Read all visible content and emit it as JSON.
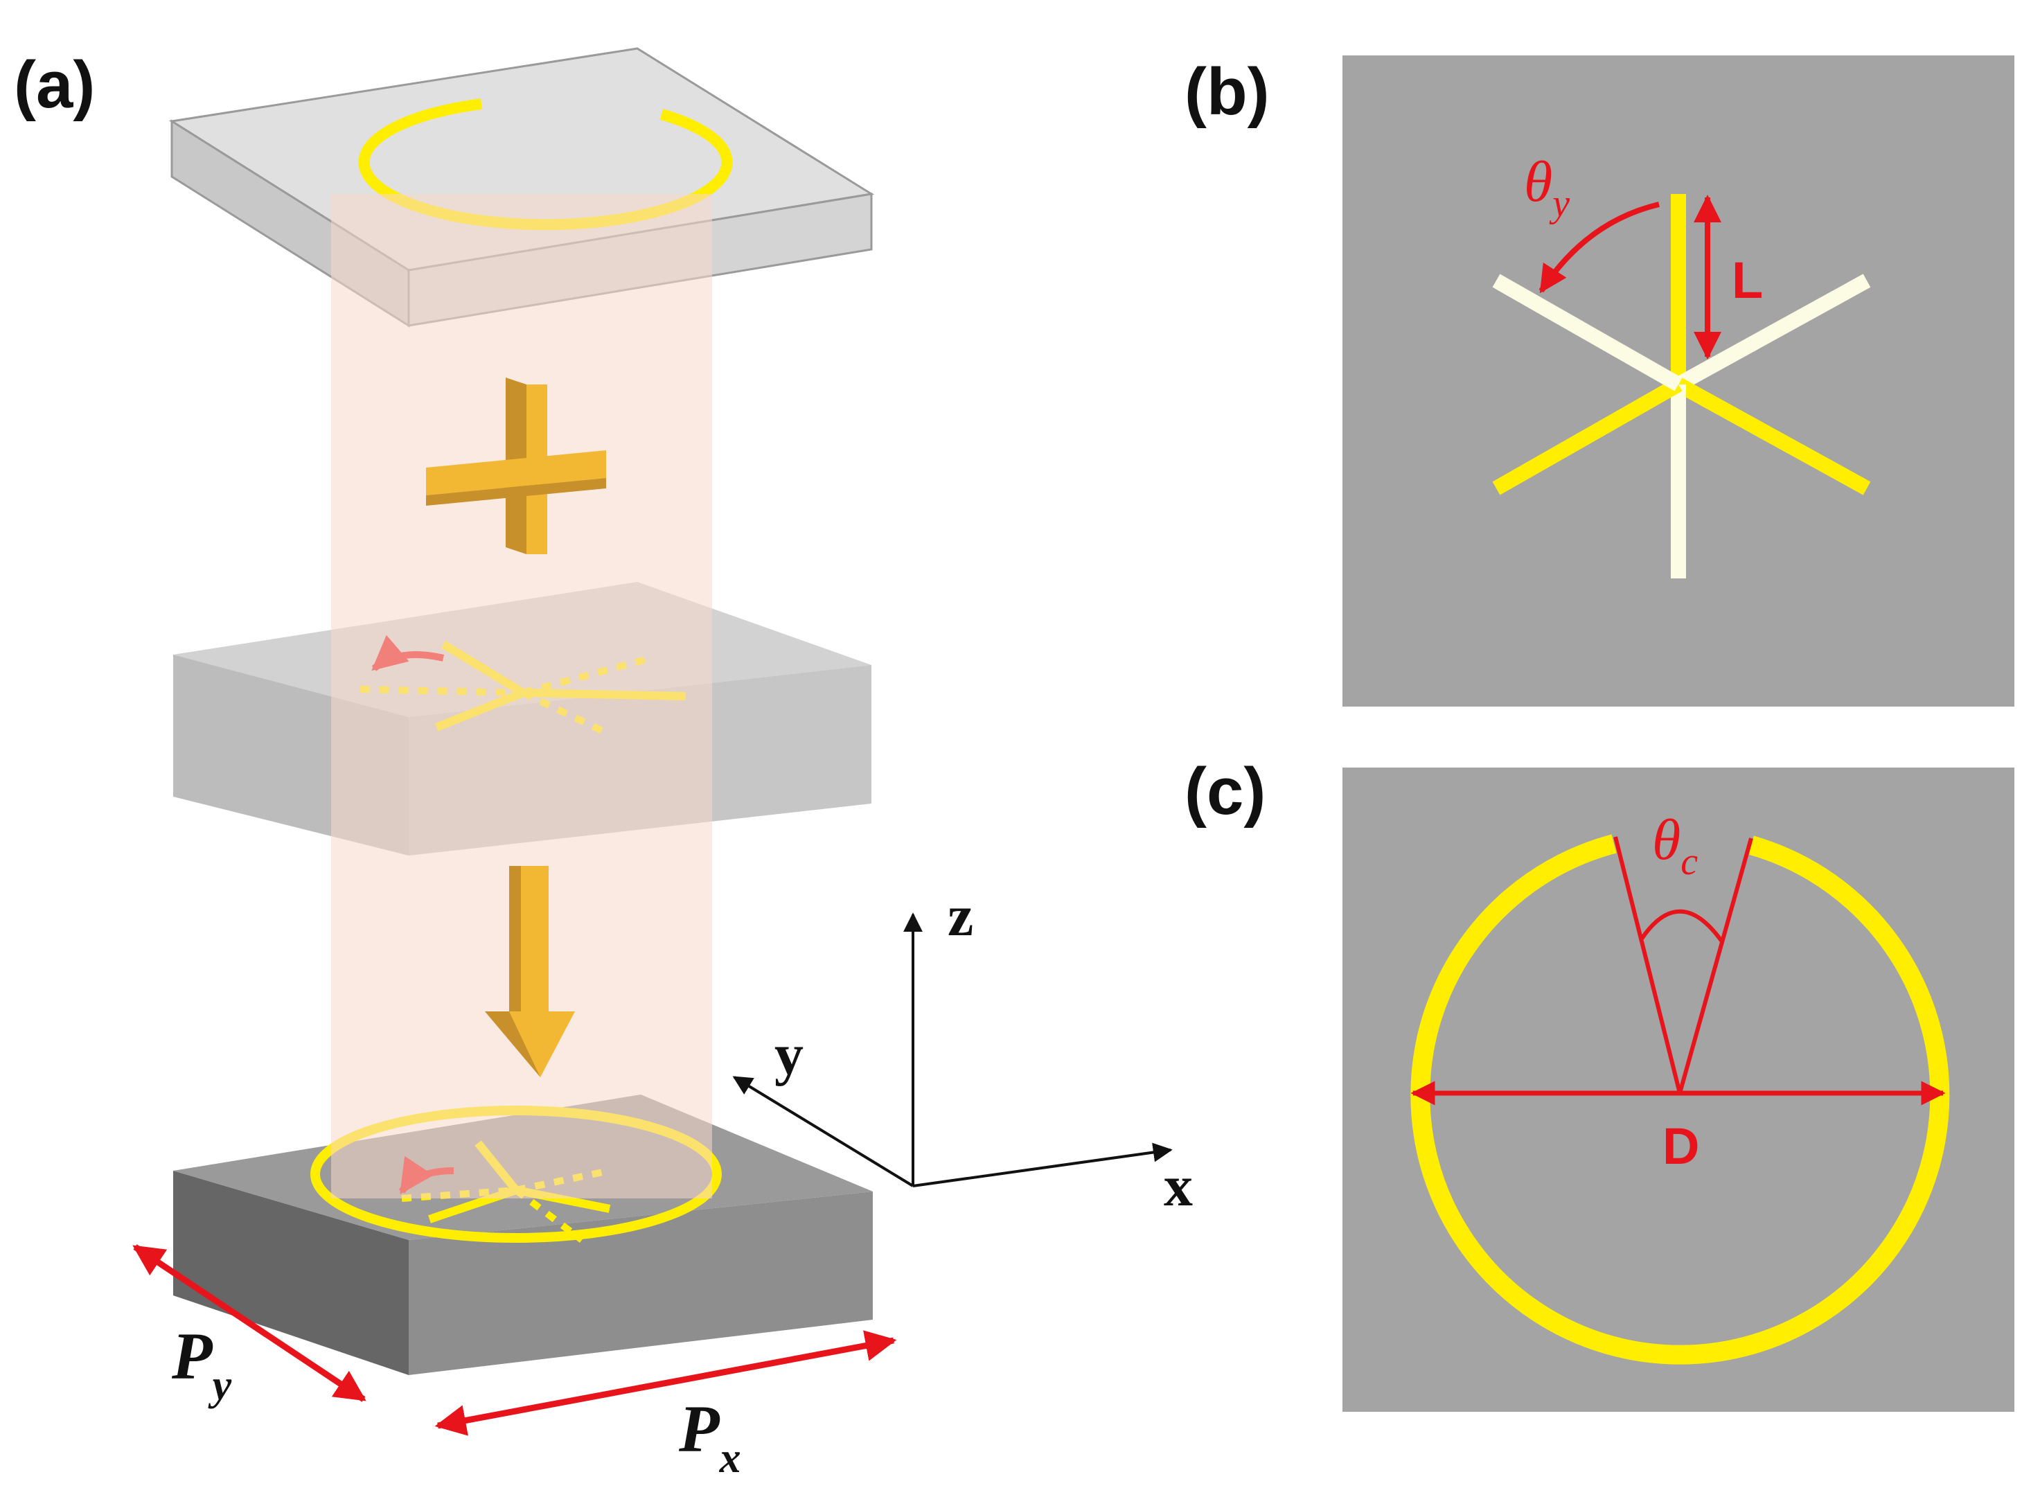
{
  "panels": {
    "a": {
      "label": "(a)"
    },
    "b": {
      "label": "(b)"
    },
    "c": {
      "label": "(c)"
    }
  },
  "axes": {
    "x": "x",
    "y": "y",
    "z": "z"
  },
  "dimensions": {
    "px_main": "P",
    "px_sub": "x",
    "py_main": "P",
    "py_sub": "y"
  },
  "panel_b": {
    "theta_main": "θ",
    "theta_sub": "y",
    "length": "L"
  },
  "panel_c": {
    "theta_main": "θ",
    "theta_sub": "c",
    "diameter": "D"
  },
  "colors": {
    "gold": "#ffee00",
    "pale_arm": "#fcfbe4",
    "annotation_red": "#e8141b",
    "panel_gray": "#a4a4a4",
    "beam": "#f8d9c8",
    "arrow_gold": "#f2b833"
  }
}
